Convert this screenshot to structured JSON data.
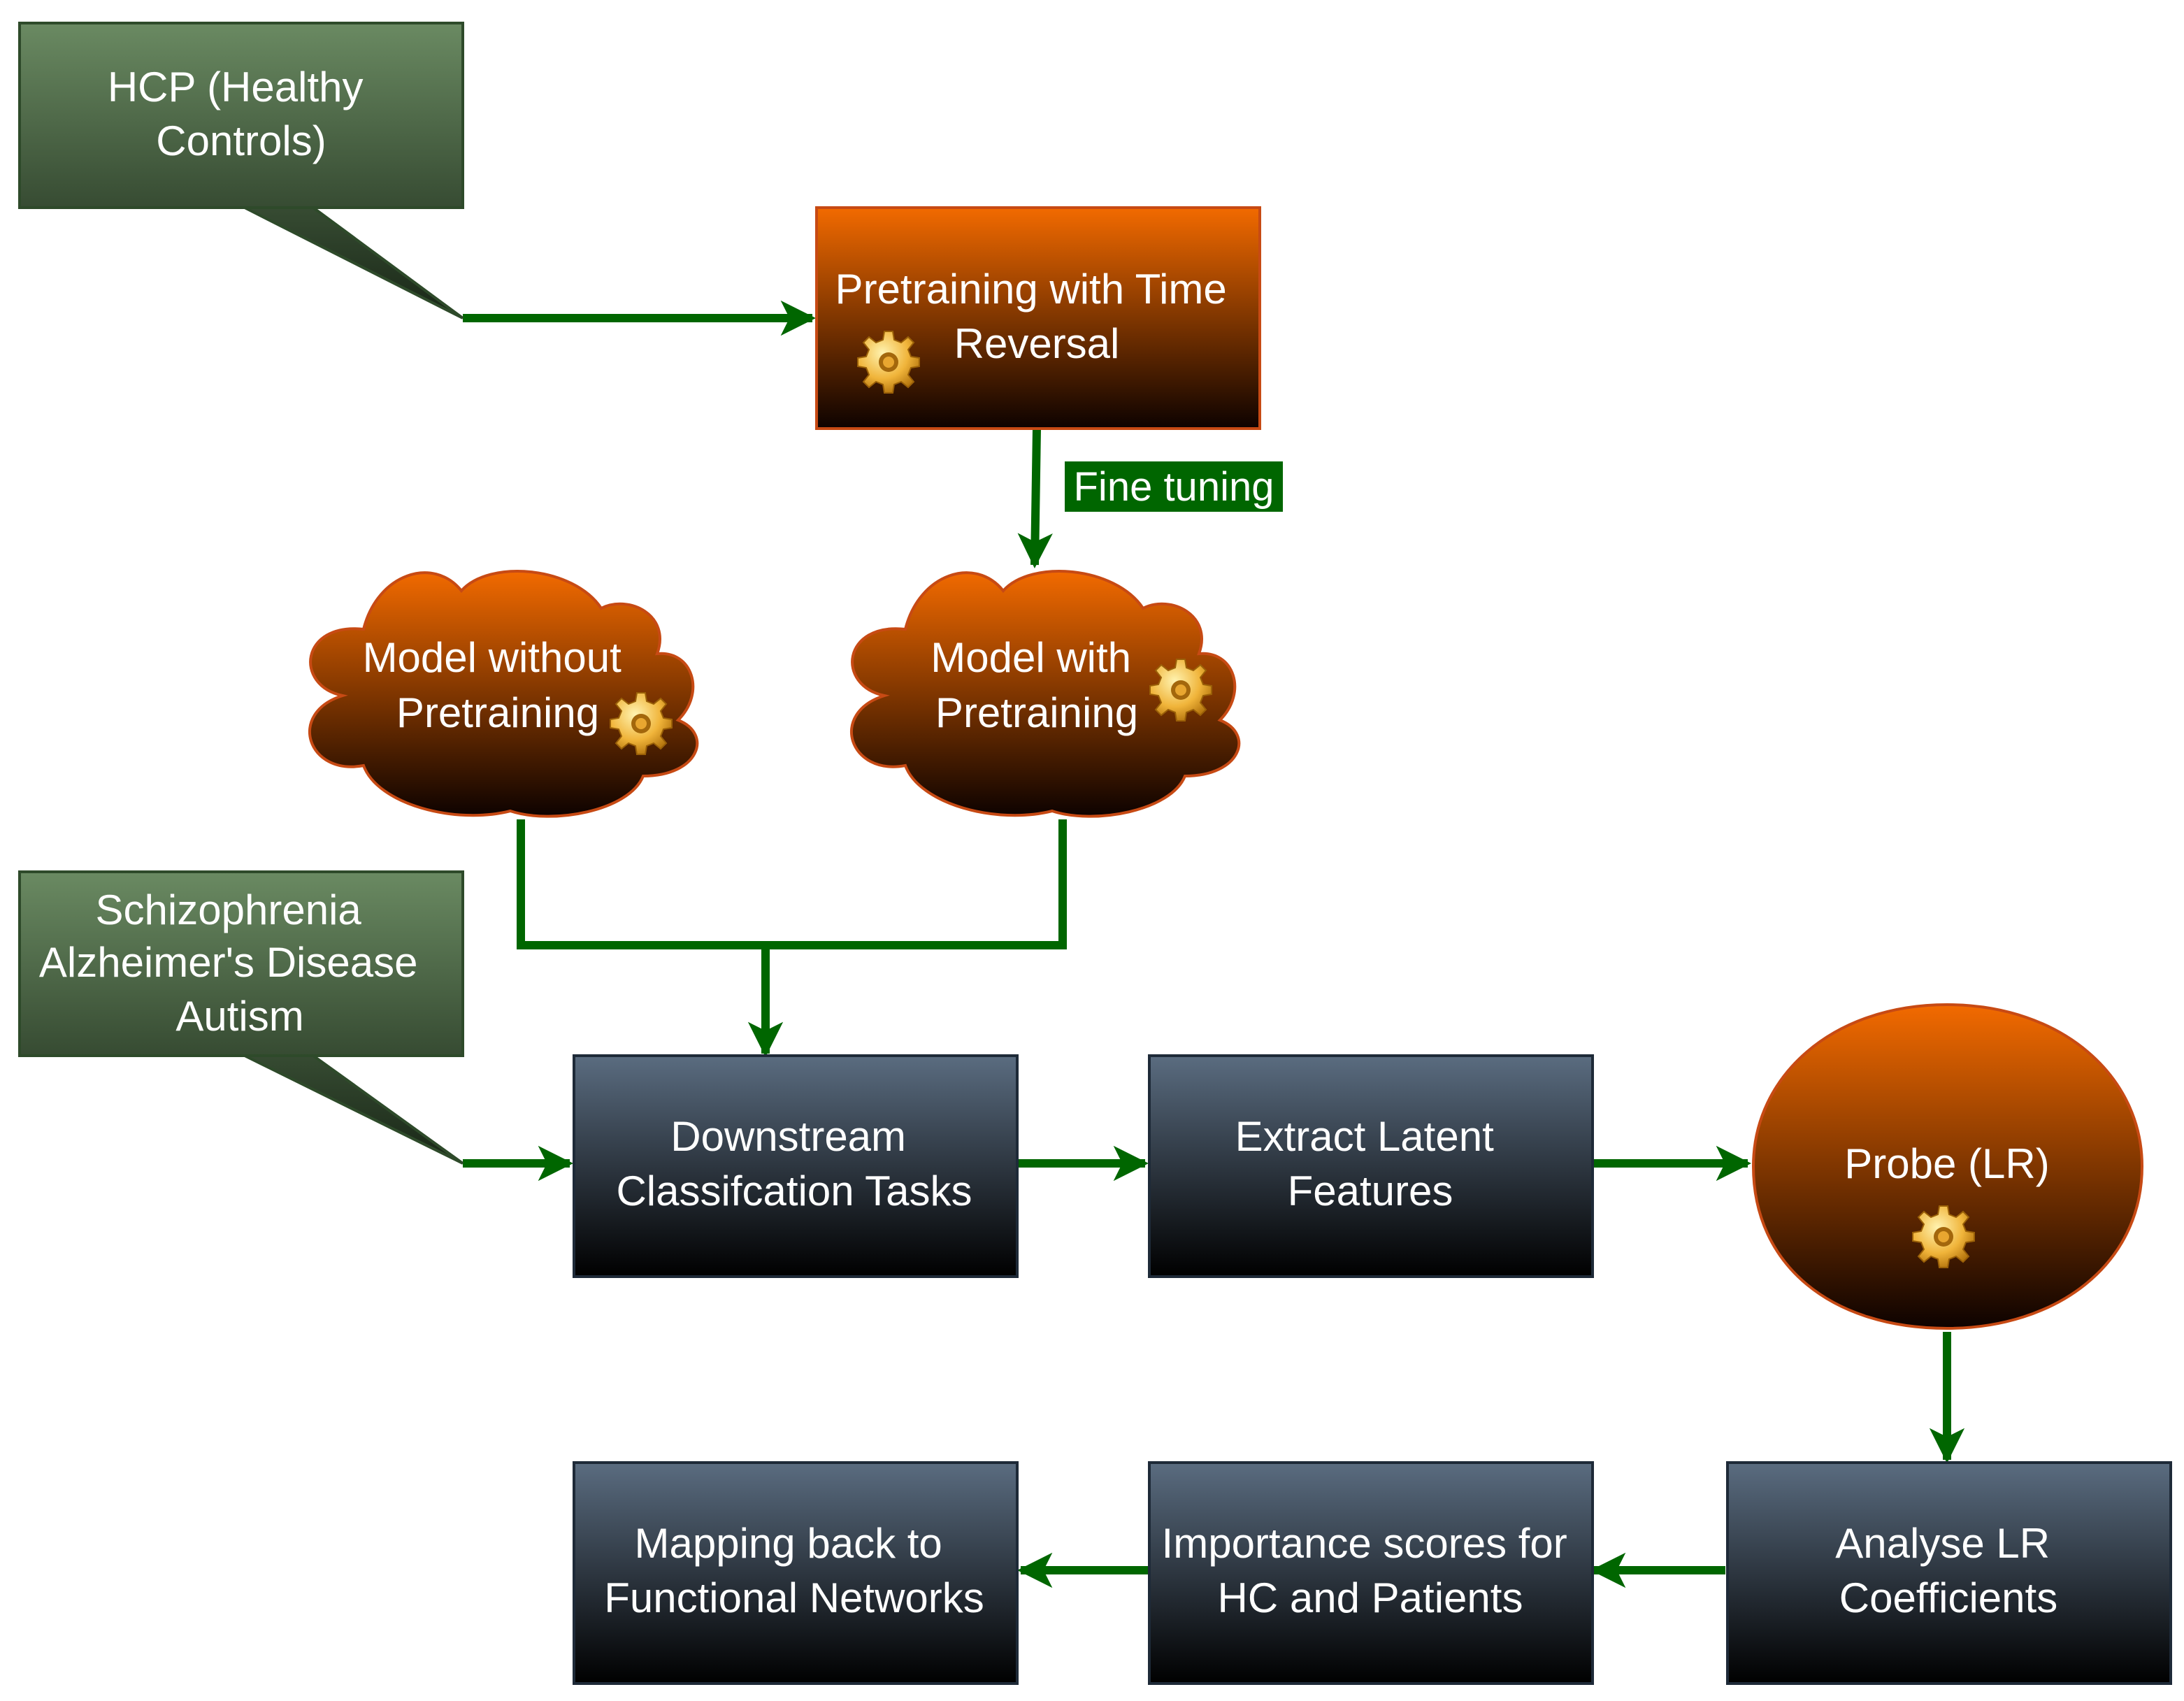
{
  "nodes": {
    "hcp": {
      "lines": [
        "HCP (Healthy",
        "Controls)"
      ]
    },
    "pretraining": {
      "lines": [
        "Pretraining with Time",
        "Reversal"
      ]
    },
    "model_without": {
      "lines": [
        "Model without",
        "Pretraining"
      ]
    },
    "model_with": {
      "lines": [
        "Model with",
        "Pretraining"
      ]
    },
    "disorders": {
      "lines": [
        "Schizophrenia",
        "Alzheimer's Disease",
        "Autism"
      ]
    },
    "downstream": {
      "lines": [
        "Downstream",
        "Classifcation Tasks"
      ]
    },
    "extract": {
      "lines": [
        "Extract Latent",
        "Features"
      ]
    },
    "probe": {
      "lines": [
        "Probe (LR)"
      ]
    },
    "analyse": {
      "lines": [
        "Analyse LR",
        "Coefficients"
      ]
    },
    "importance": {
      "lines": [
        "Importance scores for",
        "HC and Patients"
      ]
    },
    "mapping": {
      "lines": [
        "Mapping back to",
        "Functional Networks"
      ]
    }
  },
  "edge_labels": {
    "fine_tuning": "Fine tuning"
  },
  "icons": [
    "gear-icon"
  ],
  "colors": {
    "arrow": "#006600",
    "orange_top": "#f26a00",
    "orange_bottom": "#0d0200",
    "green_top": "#6a8a62",
    "green_bottom": "#182616",
    "slate_top": "#5a6c80",
    "slate_bottom": "#000000"
  }
}
